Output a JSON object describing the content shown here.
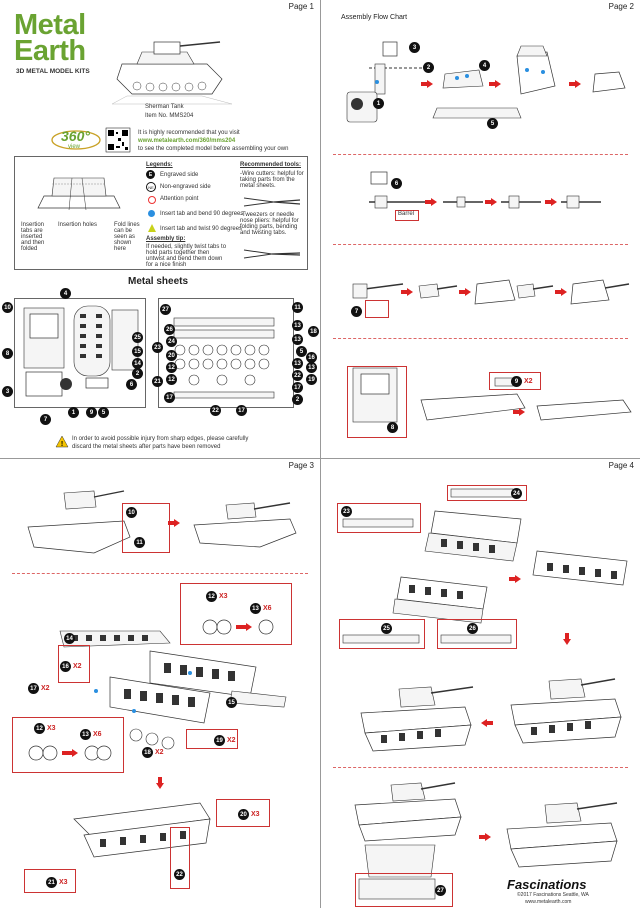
{
  "pages": {
    "p1": "Page 1",
    "p2": "Page 2",
    "p3": "Page 3",
    "p4": "Page 4"
  },
  "brand": {
    "line1": "Metal",
    "line2": "Earth",
    "tagline": "3D METAL MODEL KITS",
    "color": "#6aa332"
  },
  "product": {
    "name": "Sherman Tank",
    "item": "Item No. MMS204"
  },
  "view360": {
    "badge": "360°",
    "word": "view",
    "line1": "It is highly recommended that you visit",
    "url": "www.metalearth.com/360/mms204",
    "line3": "to see the completed model before assembling your own"
  },
  "diagram_labels": {
    "insertion_tabs": "Insertion tabs are inserted and then folded",
    "insertion_holes": "Insertion holes",
    "fold_lines": "Fold lines can be seen as shown here"
  },
  "legends": {
    "title": "Legends:",
    "items": [
      "Engraved side",
      "Non-engraved side",
      "Attention point",
      "Insert tab and bend 90 degrees",
      "Insert tab and twist 90 degrees"
    ],
    "assembly_tip_title": "Assembly tip:",
    "assembly_tip": "If needed, slightly twist tabs to hold parts together then untwist and bend them down for a nice finish"
  },
  "tools": {
    "title": "Recommended tools:",
    "wire": "-Wire cutters: helpful for taking parts from the metal sheets.",
    "tweezers": "-Tweezers or needle nose pliers: helpful for folding parts, bending and twisting tabs."
  },
  "metal_sheets": {
    "title": "Metal sheets"
  },
  "warning": {
    "line1": "In order to avoid possible injury from sharp edges, please carefully",
    "line2": "discard the metal sheets after parts have been removed"
  },
  "flow": {
    "title": "Assembly Flow Chart",
    "barrel": "Barrel"
  },
  "multipliers": {
    "x2": "X2",
    "x3": "X3",
    "x6": "X6"
  },
  "footer": {
    "brand": "Fascinations",
    "copyright": "©2017 Fascinations Seattle, WA",
    "url": "www.metalearth.com"
  },
  "colors": {
    "accent": "#6aa332",
    "arrow": "#d22222",
    "divider": "#d66666"
  }
}
